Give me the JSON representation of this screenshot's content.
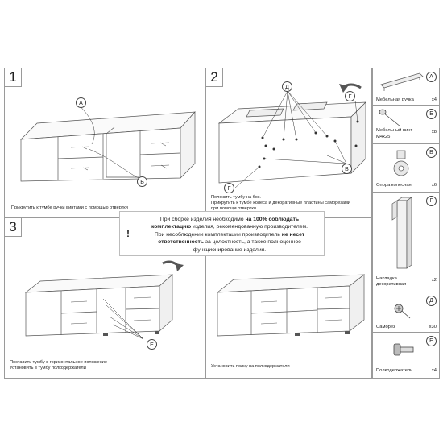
{
  "step1": {
    "number": "1",
    "caption": "Прикрутить к тумбе ручки винтами с помощью отвертки",
    "label_a": "А",
    "label_b": "Б"
  },
  "step2": {
    "number": "2",
    "caption_line1": "Положить тумбу на бок.",
    "caption_line2": "Прикрутить к тумбе колеса и декоративные пластины саморезами",
    "caption_line3": "при помощи отвертки",
    "label_d": "Д",
    "label_g1": "Г",
    "label_g2": "Г",
    "label_v": "В"
  },
  "step3": {
    "number": "3",
    "caption_line1": "Поставить тумбу в горизонтальное положение",
    "caption_line2": "Установить в тумбу полкодержатели",
    "label_e": "Е"
  },
  "step4": {
    "caption": "Установить полку на полкодержатели"
  },
  "notice": {
    "line1_pre": "При сборке изделия необходимо ",
    "line1_bold": "на 100% соблюдать",
    "line2_bold": "комплектацию",
    "line2_post": " изделия, рекомендованную производителем.",
    "line3_pre": "При несоблюдении комплектации производитель ",
    "line3_bold": "не несет",
    "line4_bold": "ответственность",
    "line4_post": " за целостность, а также полноценное",
    "line5": "функционирование изделия.",
    "icon": "!"
  },
  "parts": [
    {
      "letter": "А",
      "name": "Мебельная ручка",
      "qty": "x4",
      "icon": "handle-icon"
    },
    {
      "letter": "Б",
      "name": "Мебельный винт М4х25",
      "name1": "Мебельный винт",
      "name2": "М4х25",
      "qty": "x8",
      "icon": "screw-icon"
    },
    {
      "letter": "В",
      "name": "Опора колесная",
      "qty": "x6",
      "icon": "caster-icon"
    },
    {
      "letter": "Г",
      "name": "Накладка декоративная",
      "name1": "Накладка",
      "name2": "декоративная",
      "qty": "x2",
      "icon": "decor-plate-icon"
    },
    {
      "letter": "Д",
      "name": "Саморез",
      "qty": "x30",
      "icon": "self-tapping-screw-icon"
    },
    {
      "letter": "Е",
      "name": "Полкодержатель",
      "qty": "x4",
      "icon": "shelf-support-icon"
    }
  ]
}
